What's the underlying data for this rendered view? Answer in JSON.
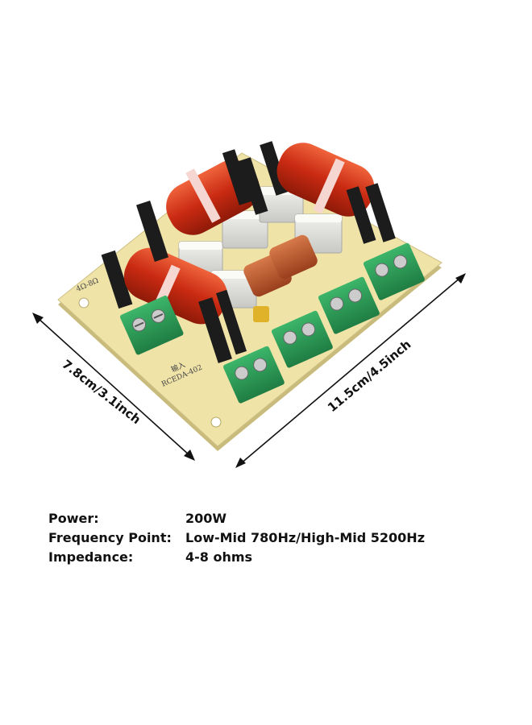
{
  "dimensions": {
    "width_label": "7.8cm/3.1inch",
    "length_label": "11.5cm/4.5inch"
  },
  "board": {
    "model_print": "RCEDA-402",
    "impedance_print": "4Ω-8Ω",
    "input_print": "输入",
    "pcb_color": "#efe3a8",
    "coil_color": "#d23a1e",
    "terminal_color": "#2e9e57",
    "capacitor_color": "#d9d9d6"
  },
  "specs": [
    {
      "label": "Power:",
      "value": "200W"
    },
    {
      "label": "Frequency Point:",
      "value": "Low-Mid 780Hz/High-Mid 5200Hz"
    },
    {
      "label": "Impedance:",
      "value": "4-8 ohms"
    }
  ]
}
